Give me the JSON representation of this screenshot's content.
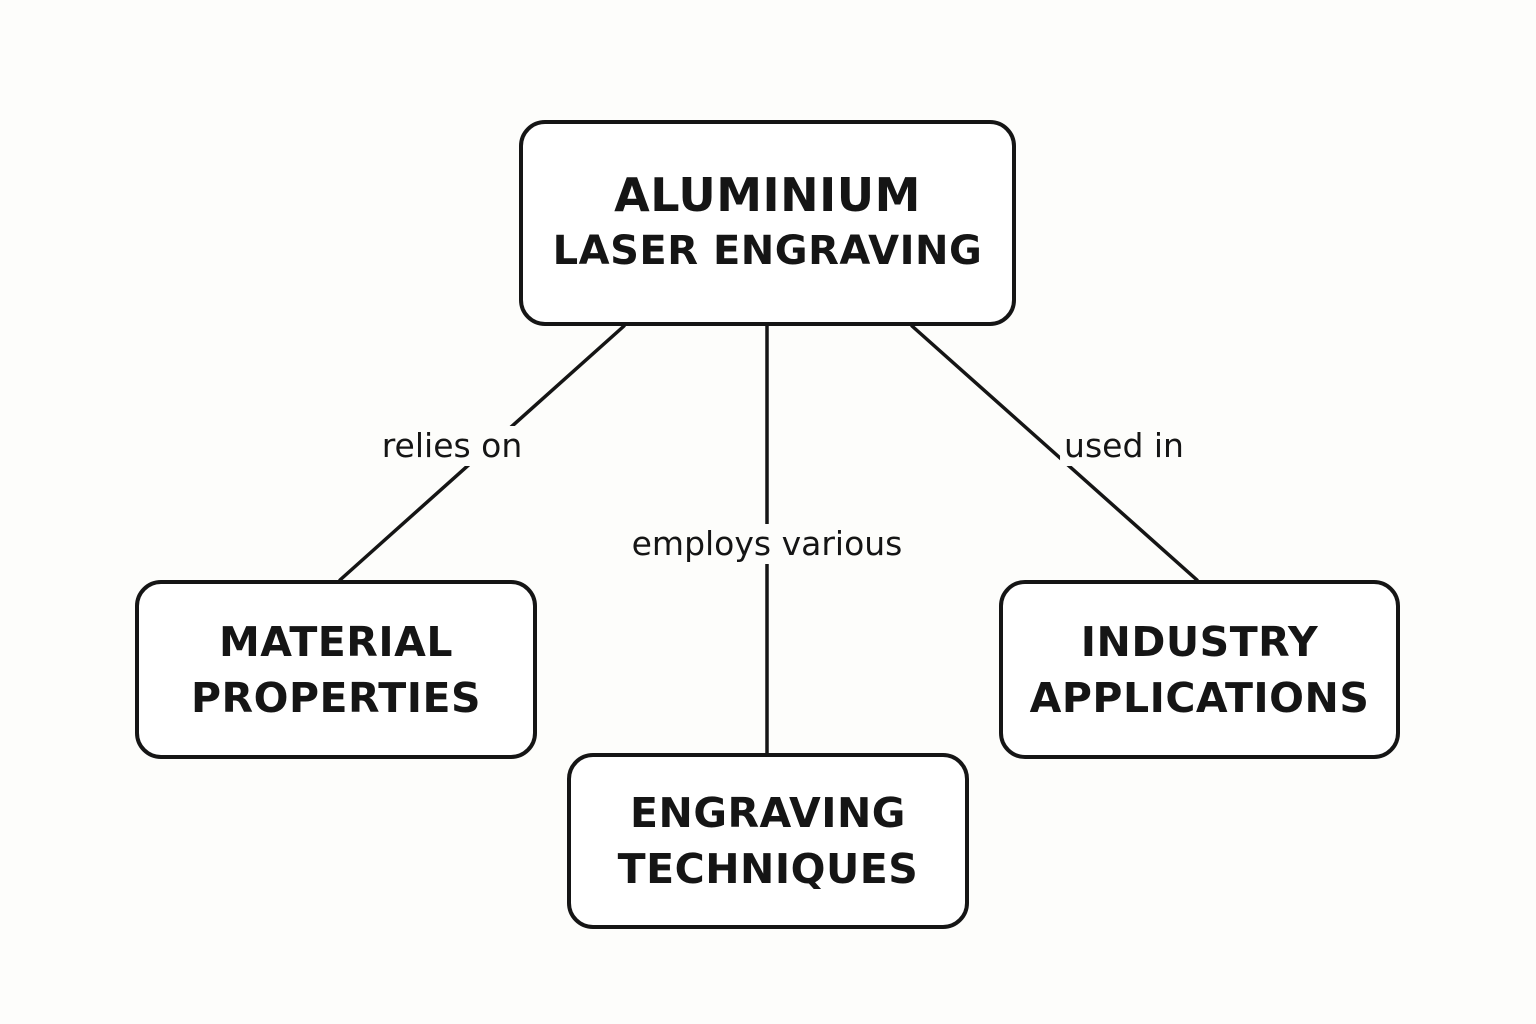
{
  "diagram": {
    "root": {
      "line1": "ALUMINIUM",
      "line2": "LASER ENGRAVING"
    },
    "children": [
      {
        "id": "material",
        "line1": "MATERIAL",
        "line2": "PROPERTIES",
        "relation": "relies on"
      },
      {
        "id": "techniques",
        "line1": "ENGRAVING",
        "line2": "TECHNIQUES",
        "relation": "employs various"
      },
      {
        "id": "industry",
        "line1": "INDUSTRY",
        "line2": "APPLICATIONS",
        "relation": "used in"
      }
    ],
    "colors": {
      "stroke": "#151515",
      "background": "#fdfdfb"
    }
  }
}
